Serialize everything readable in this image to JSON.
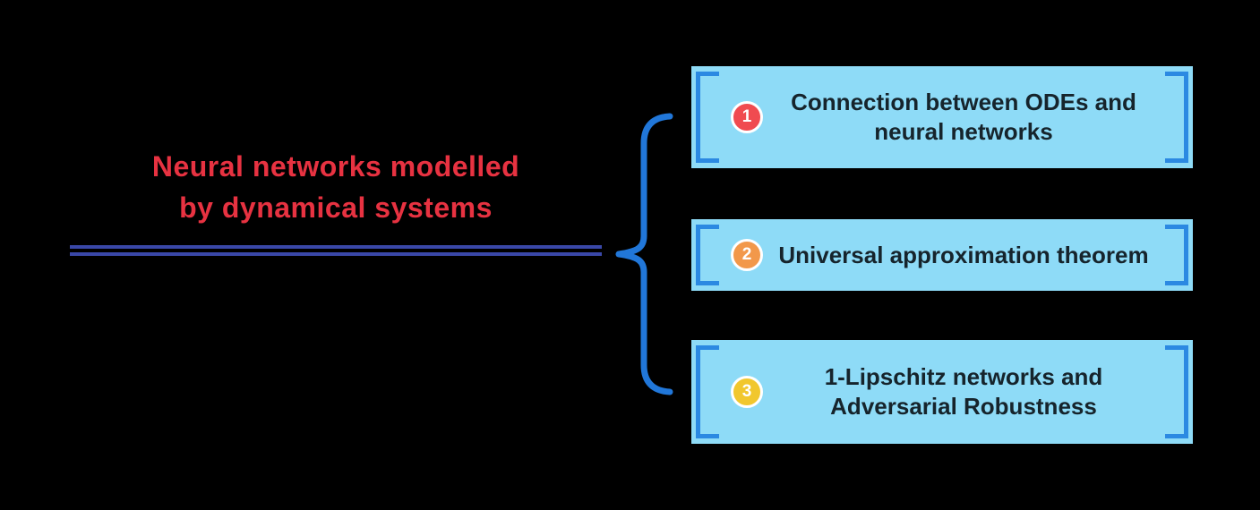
{
  "canvas": {
    "background": "#000000"
  },
  "title": {
    "line1": "Neural networks modelled",
    "line2": "by dynamical systems",
    "color": "#e73241"
  },
  "divider": {
    "color": "#3a48a8"
  },
  "brace": {
    "color": "#2177d9"
  },
  "box_style": {
    "fill": "#8edbf7",
    "bracket_color": "#2b89e2",
    "text_color": "#16242c"
  },
  "items": [
    {
      "number": "1",
      "badge_color": "#f04b50",
      "line1": "Connection between ODEs and",
      "line2": "neural networks"
    },
    {
      "number": "2",
      "badge_color": "#f2984a",
      "line1": "Universal approximation theorem",
      "line2": ""
    },
    {
      "number": "3",
      "badge_color": "#f1c72e",
      "line1": "1-Lipschitz networks and",
      "line2": "Adversarial Robustness"
    }
  ]
}
